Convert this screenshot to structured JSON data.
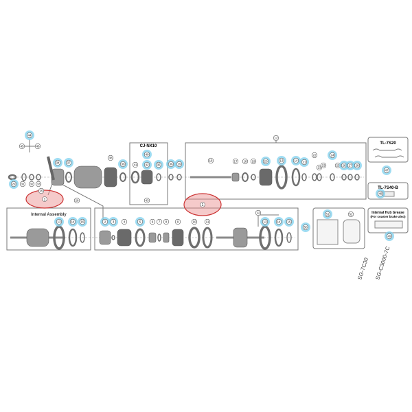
{
  "groups": {
    "cj_nx10": "CJ-NX10",
    "tool_1": "TL-7S20",
    "tool_2": "TL-7S40-B",
    "internal_assembly": "Internal Assembly",
    "grease_title": "Internal Hub Grease",
    "grease_sub": "(For coaster brake also)",
    "model_1": "SG-7C30",
    "model_2": "SG-C3000-7C"
  },
  "callouts": [
    {
      "label": "44",
      "highlight": true
    },
    {
      "label": "45",
      "highlight": false
    },
    {
      "label": "46",
      "highlight": false
    },
    {
      "label": "29",
      "highlight": true
    },
    {
      "label": "31",
      "highlight": false
    },
    {
      "label": "32",
      "highlight": false
    },
    {
      "label": "33",
      "highlight": false
    },
    {
      "label": "34",
      "highlight": true
    },
    {
      "label": "37",
      "highlight": true
    },
    {
      "label": "38",
      "highlight": false
    },
    {
      "label": "39",
      "highlight": true
    },
    {
      "label": "41",
      "highlight": false
    },
    {
      "label": "40",
      "highlight": true
    },
    {
      "label": "42",
      "highlight": true
    },
    {
      "label": "35",
      "highlight": true
    },
    {
      "label": "36",
      "highlight": true
    },
    {
      "label": "29",
      "highlight": true
    },
    {
      "label": "43",
      "highlight": false
    },
    {
      "label": "25",
      "highlight": false
    },
    {
      "label": "26",
      "highlight": false
    },
    {
      "label": "12",
      "highlight": false
    },
    {
      "label": "16",
      "highlight": false
    },
    {
      "label": "17",
      "highlight": false
    },
    {
      "label": "18",
      "highlight": false
    },
    {
      "label": "19",
      "highlight": false
    },
    {
      "label": "20",
      "highlight": true
    },
    {
      "label": "13",
      "highlight": true
    },
    {
      "label": "14",
      "highlight": true
    },
    {
      "label": "21",
      "highlight": true
    },
    {
      "label": "22",
      "highlight": false
    },
    {
      "label": "23",
      "highlight": false
    },
    {
      "label": "23",
      "highlight": false
    },
    {
      "label": "24",
      "highlight": true
    },
    {
      "label": "25",
      "highlight": false
    },
    {
      "label": "26",
      "highlight": true
    },
    {
      "label": "27",
      "highlight": true
    },
    {
      "label": "28",
      "highlight": true
    },
    {
      "label": "47",
      "highlight": true
    },
    {
      "label": "48",
      "highlight": true
    },
    {
      "label": "13",
      "highlight": true
    },
    {
      "label": "14",
      "highlight": true
    },
    {
      "label": "15",
      "highlight": true
    },
    {
      "label": "2",
      "highlight": true
    },
    {
      "label": "3",
      "highlight": true
    },
    {
      "label": "4",
      "highlight": false
    },
    {
      "label": "5",
      "highlight": true
    },
    {
      "label": "6",
      "highlight": false
    },
    {
      "label": "7",
      "highlight": false
    },
    {
      "label": "8",
      "highlight": false
    },
    {
      "label": "9",
      "highlight": false
    },
    {
      "label": "10",
      "highlight": false
    },
    {
      "label": "11",
      "highlight": false
    },
    {
      "label": "12",
      "highlight": false
    },
    {
      "label": "13",
      "highlight": true
    },
    {
      "label": "14",
      "highlight": true
    },
    {
      "label": "15",
      "highlight": true
    },
    {
      "label": "51",
      "highlight": true
    },
    {
      "label": "52",
      "highlight": false
    },
    {
      "label": "50",
      "highlight": true
    },
    {
      "label": "49",
      "highlight": true
    }
  ],
  "selected": [
    {
      "label": "1"
    },
    {
      "label": "1"
    }
  ],
  "colors": {
    "highlight": "#7fd0ee",
    "selected": "#e88a8a",
    "line": "#777777",
    "part": "#8a8a8a"
  }
}
